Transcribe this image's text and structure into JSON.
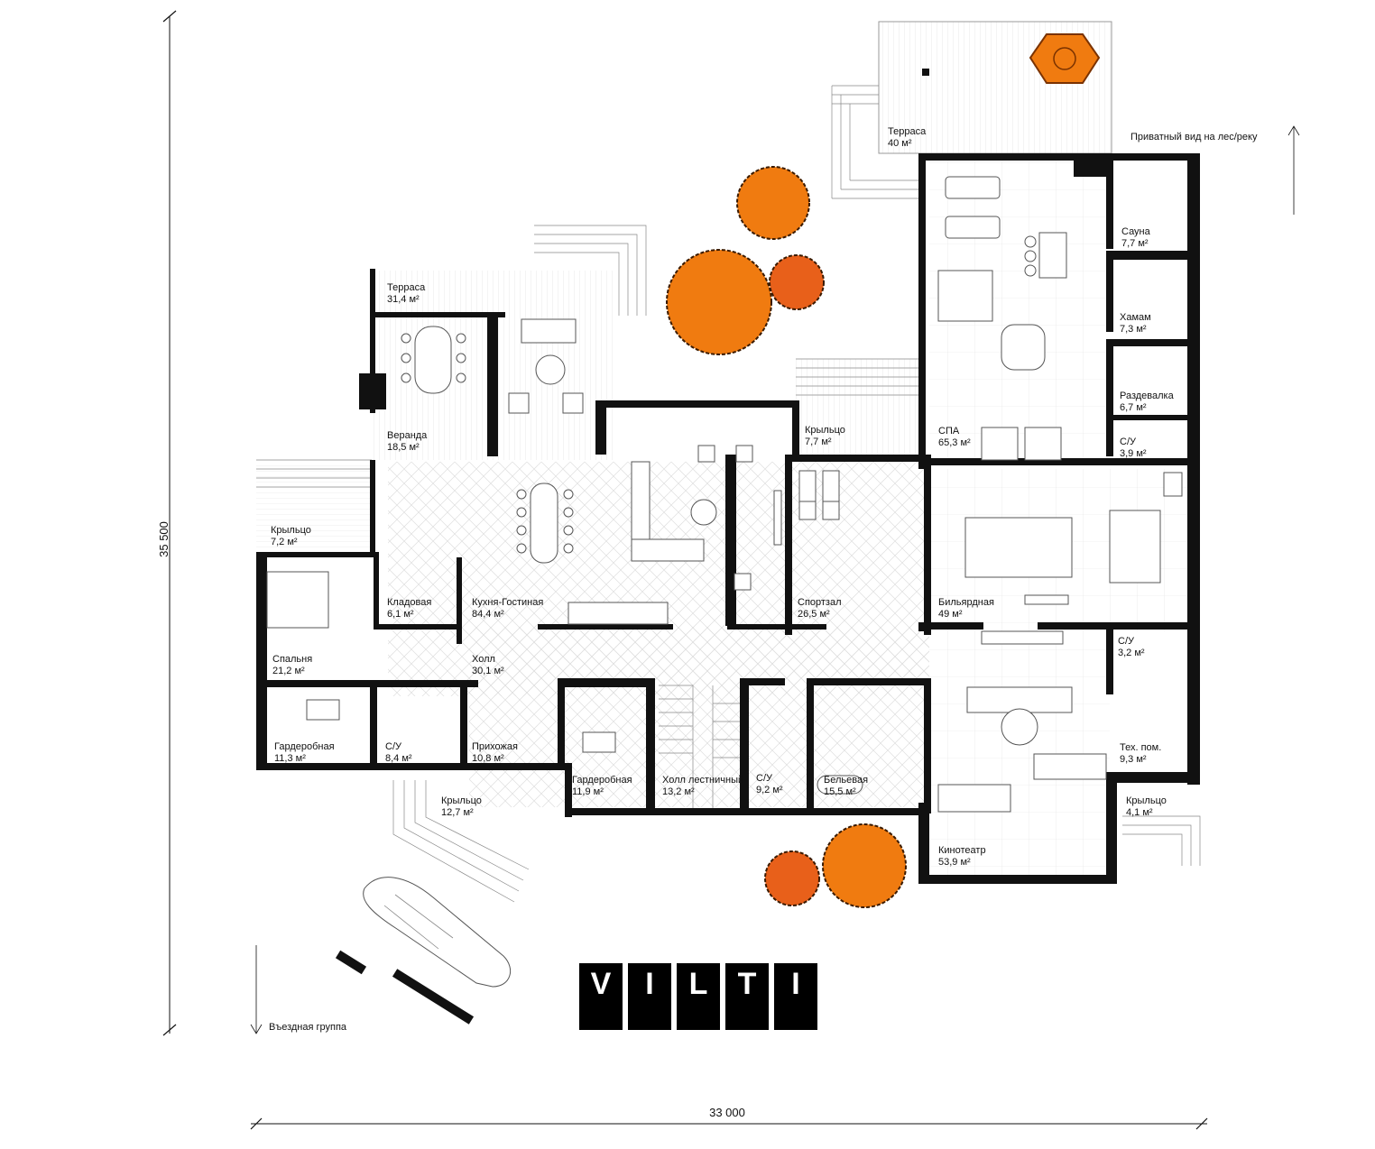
{
  "dimensions": {
    "height": "35 500",
    "width": "33 000"
  },
  "notes": {
    "view": "Приватный вид на лес/реку",
    "entry": "Въездная группа"
  },
  "logo": [
    "V",
    "I",
    "L",
    "T",
    "I"
  ],
  "accent_color": "#f07b10",
  "rooms": {
    "terrace_top": {
      "name": "Терраса",
      "area": "40 м²"
    },
    "sauna": {
      "name": "Сауна",
      "area": "7,7 м²"
    },
    "hamam": {
      "name": "Хамам",
      "area": "7,3 м²"
    },
    "changing": {
      "name": "Раздевалка",
      "area": "6,7 м²"
    },
    "bath_spa": {
      "name": "С/У",
      "area": "3,9 м²"
    },
    "spa": {
      "name": "СПА",
      "area": "65,3 м²"
    },
    "terrace_left": {
      "name": "Терраса",
      "area": "31,4 м²"
    },
    "veranda": {
      "name": "Веранда",
      "area": "18,5 м²"
    },
    "porch_mid": {
      "name": "Крыльцо",
      "area": "7,7 м²"
    },
    "porch_left": {
      "name": "Крыльцо",
      "area": "7,2 м²"
    },
    "pantry": {
      "name": "Кладовая",
      "area": "6,1 м²"
    },
    "kitchen": {
      "name": "Кухня-Гостиная",
      "area": "84,4 м²"
    },
    "gym": {
      "name": "Спортзал",
      "area": "26,5 м²"
    },
    "billiard": {
      "name": "Бильярдная",
      "area": "49 м²"
    },
    "bath_billiard": {
      "name": "С/У",
      "area": "3,2 м²"
    },
    "bedroom": {
      "name": "Спальня",
      "area": "21,2 м²"
    },
    "hall": {
      "name": "Холл",
      "area": "30,1 м²"
    },
    "wardrobe_left": {
      "name": "Гардеробная",
      "area": "11,3 м²"
    },
    "bath_left": {
      "name": "С/У",
      "area": "8,4 м²"
    },
    "entrance": {
      "name": "Прихожая",
      "area": "10,8 м²"
    },
    "wardrobe_mid": {
      "name": "Гардеробная",
      "area": "11,9 м²"
    },
    "stair_hall": {
      "name": "Холл лестничный",
      "area": "13,2 м²"
    },
    "bath_mid": {
      "name": "С/У",
      "area": "9,2 м²"
    },
    "linen": {
      "name": "Бельевая",
      "area": "15,5 м²"
    },
    "tech": {
      "name": "Тех. пом.",
      "area": "9,3 м²"
    },
    "porch_right": {
      "name": "Крыльцо",
      "area": "4,1 м²"
    },
    "porch_bottom": {
      "name": "Крыльцо",
      "area": "12,7 м²"
    },
    "cinema": {
      "name": "Кинотеатр",
      "area": "53,9 м²"
    }
  }
}
